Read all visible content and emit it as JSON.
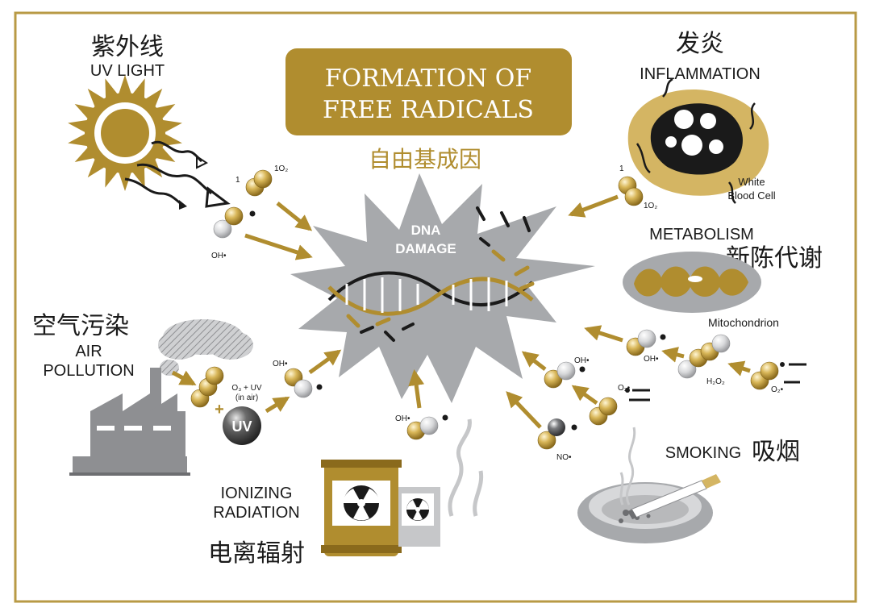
{
  "title": {
    "line1": "FORMATION OF",
    "line2": "FREE RADICALS",
    "subtitle_cn": "自由基成因"
  },
  "center": {
    "line1": "DNA",
    "line2": "DAMAGE"
  },
  "sources": {
    "uv": {
      "cn": "紫外线",
      "en": "UV LIGHT"
    },
    "inflammation": {
      "cn": "发炎",
      "en": "INFLAMMATION",
      "cell_line1": "White",
      "cell_line2": "Blood Cell"
    },
    "metabolism": {
      "en": "METABOLISM",
      "cn": "新陈代谢",
      "organelle": "Mitochondrion"
    },
    "air": {
      "cn": "空气污染",
      "en_line1": "AIR",
      "en_line2": "POLLUTION",
      "reaction_line1": "O₃ + UV",
      "reaction_line2": "(in air)",
      "uv_ball": "UV"
    },
    "smoking": {
      "en": "SMOKING",
      "cn": "吸烟"
    },
    "radiation": {
      "en_line1": "IONIZING",
      "en_line2": "RADIATION",
      "cn": "电离辐射"
    }
  },
  "molecule_labels": {
    "uv_singlet_1": "1",
    "uv_singlet_2": "1O₂",
    "uv_hydroxyl": "OH•",
    "infl_singlet_1": "1",
    "infl_singlet_2": "1O₂",
    "air_hydroxyl": "OH•",
    "rad_hydroxyl": "OH•",
    "smoke_no": "NO•",
    "smoke_superoxide": "O₂•",
    "smoke_hydroxyl": "OH•",
    "met_hydroxyl_1": "OH•",
    "met_h2o2": "H₂O₂",
    "met_superoxide": "O₂•"
  },
  "colors": {
    "gold": "#b08d2f",
    "gold_light": "#d4b563",
    "frame": "#b89a45",
    "burst": "#a7a9ac",
    "grey_dark": "#6d6e71",
    "black": "#1a1a1a"
  }
}
